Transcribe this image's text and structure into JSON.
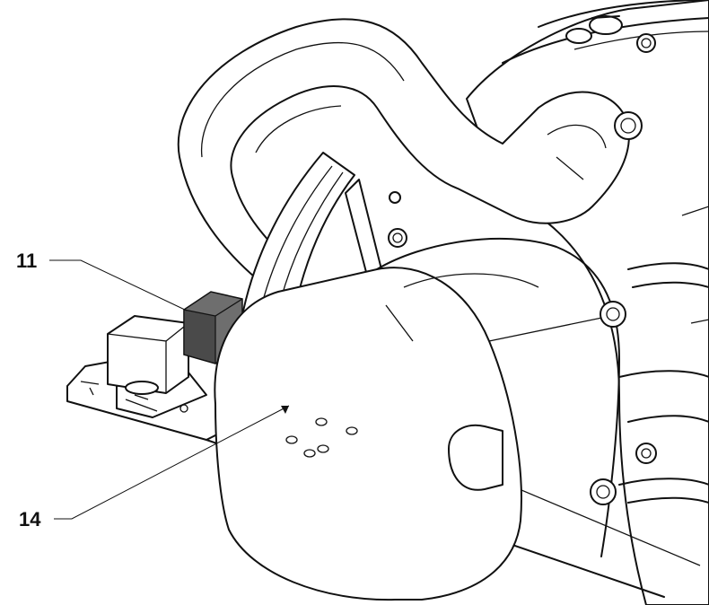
{
  "callouts": [
    {
      "id": "11",
      "label": "11"
    },
    {
      "id": "14",
      "label": "14"
    }
  ],
  "colors": {
    "line": "#111111",
    "background": "#ffffff",
    "highlight_part": "#6e6e6e"
  }
}
